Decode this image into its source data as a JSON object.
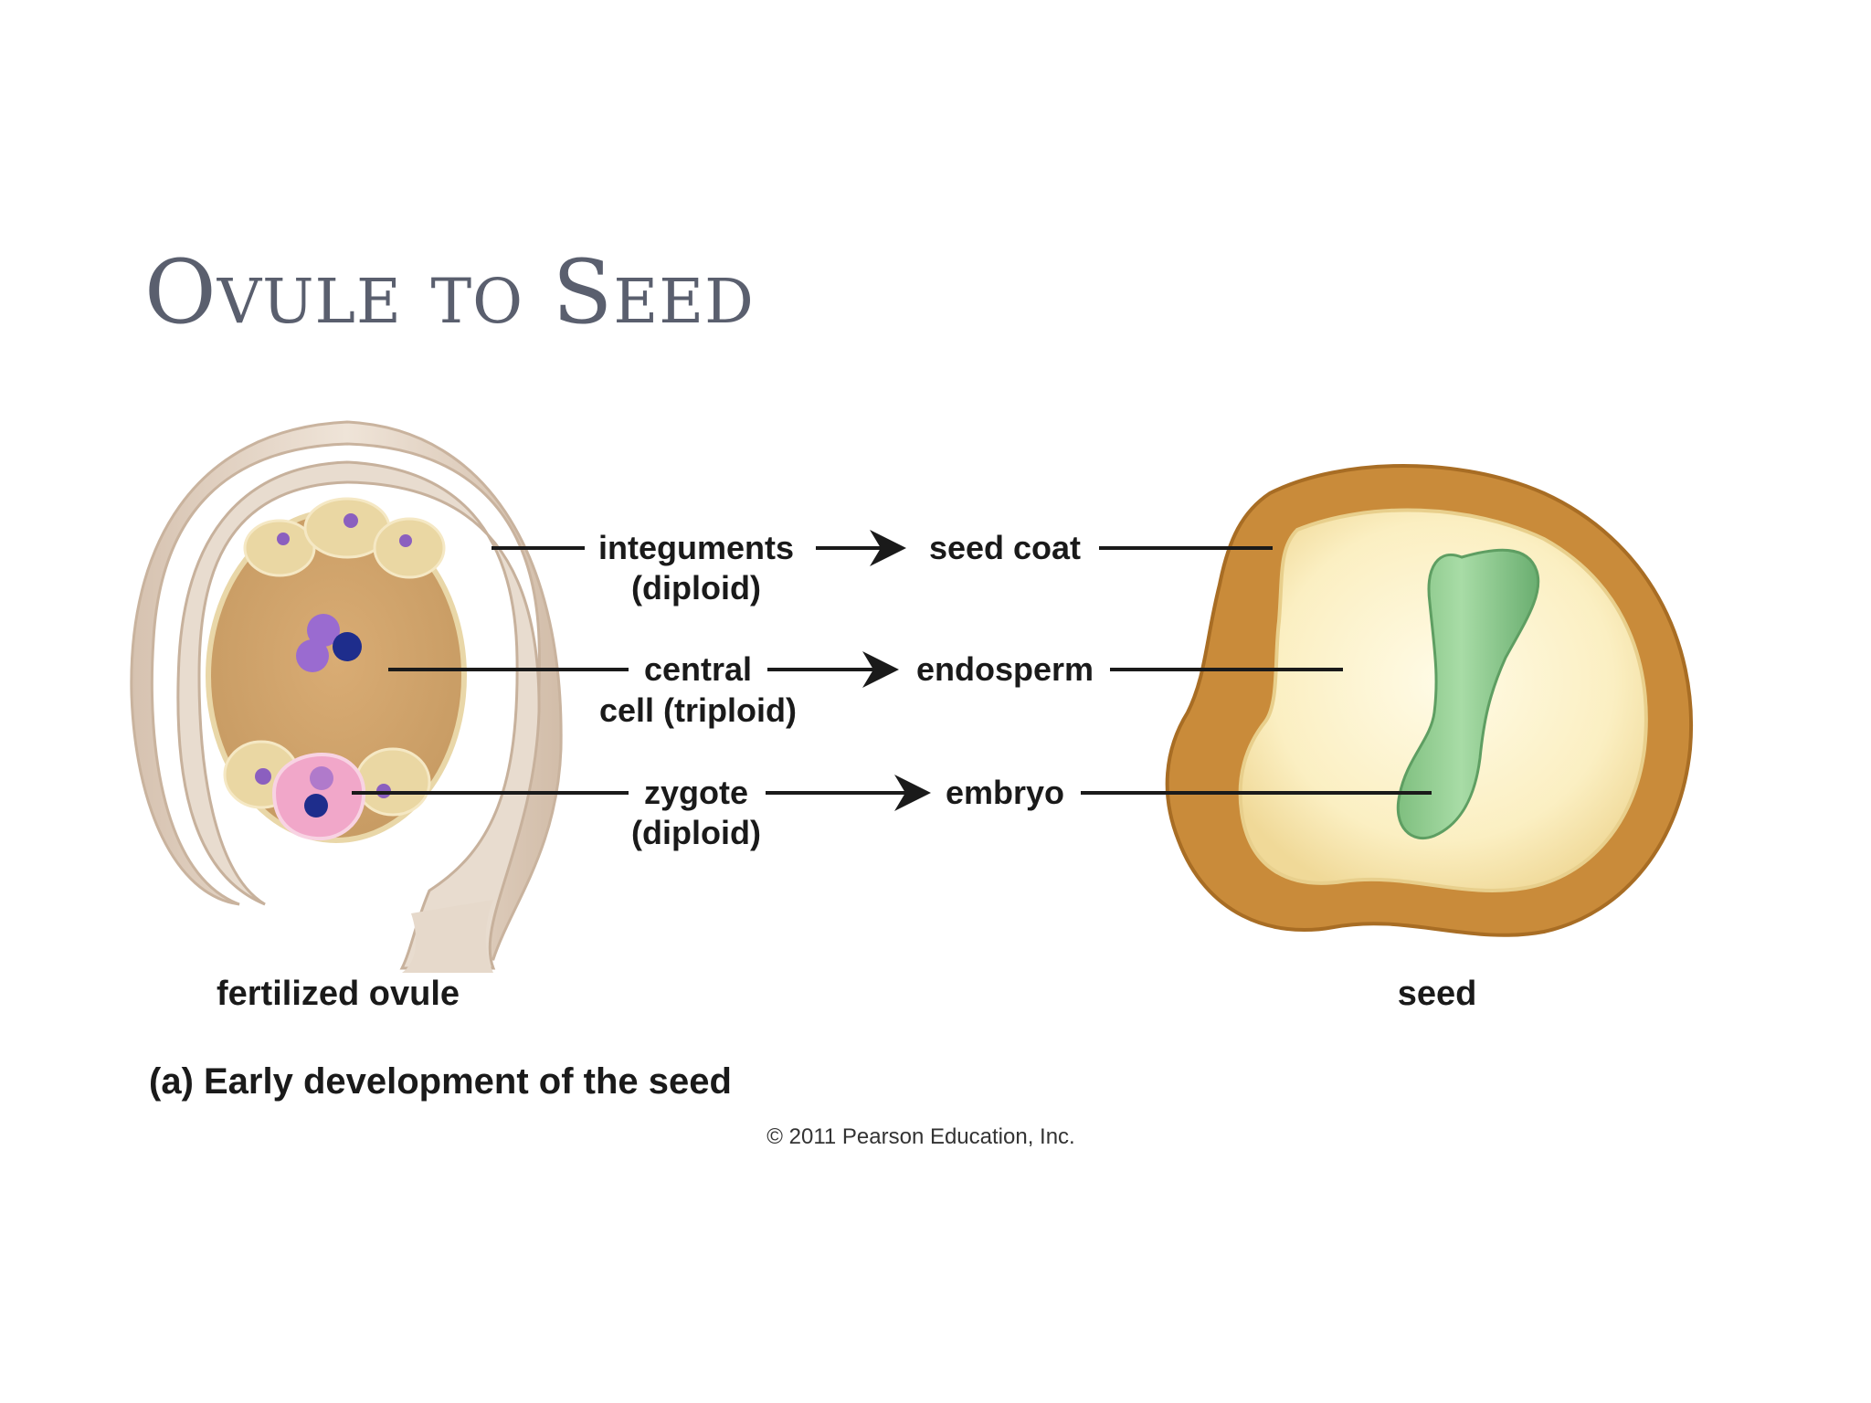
{
  "slide": {
    "title": "Ovule to Seed"
  },
  "diagram": {
    "rows": [
      {
        "from": [
          "integuments",
          "(diploid)"
        ],
        "to": "seed coat"
      },
      {
        "from": [
          "central",
          "cell (triploid)"
        ],
        "to": "endosperm"
      },
      {
        "from": [
          "zygote",
          "(diploid)"
        ],
        "to": "embryo"
      }
    ],
    "left_caption": "fertilized ovule",
    "right_caption": "seed",
    "figure_caption": "(a) Early development of the seed",
    "credit": "© 2011 Pearson Education, Inc."
  }
}
